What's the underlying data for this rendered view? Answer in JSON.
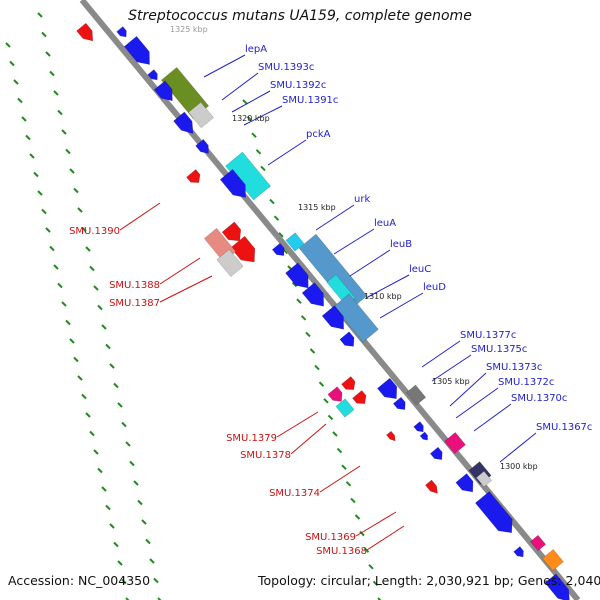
{
  "title": "Streptococcus mutans UA159, complete genome",
  "accession": "Accession: NC_004350",
  "topology": "Topology: circular; Length: 2,030,921 bp; Genes: 2,040",
  "colors": {
    "plus_strand": "#1a1aee",
    "minus_strand": "#ee1111",
    "plus_label": "#2222cc",
    "minus_label": "#cc1111",
    "backbone": "#8a8a8a",
    "tick": "#228b22"
  },
  "scale_labels": [
    "1325 kbp",
    "1320 kbp",
    "1315 kbp",
    "1310 kbp",
    "1305 kbp",
    "1300 kbp"
  ],
  "plus_gene_labels": [
    "lepA",
    "SMU.1393c",
    "SMU.1392c",
    "SMU.1391c",
    "pckA",
    "urk",
    "leuA",
    "leuB",
    "leuC",
    "leuD",
    "SMU.1377c",
    "SMU.1375c",
    "SMU.1373c",
    "SMU.1372c",
    "SMU.1370c",
    "SMU.1367c"
  ],
  "minus_gene_labels": [
    "SMU.1390",
    "SMU.1388",
    "SMU.1387",
    "SMU.1379",
    "SMU.1378",
    "SMU.1374",
    "SMU.1369",
    "SMU.1368"
  ]
}
